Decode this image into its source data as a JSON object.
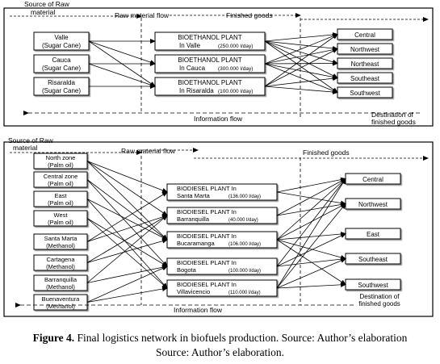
{
  "panel1": {
    "labels": {
      "source": [
        "Source of Raw",
        "material"
      ],
      "raw_flow": "Raw material flow",
      "finished": "Finished goods",
      "info": "Information flow",
      "destination": [
        "Destination of",
        "finished goods"
      ]
    },
    "sources": [
      [
        "Valle",
        "(Sugar Cane)"
      ],
      [
        "Cauca",
        "(Sugar Cane)"
      ],
      [
        "Risaralda",
        "(Sugar Cane)"
      ]
    ],
    "plants": [
      [
        "BIOETHANOL PLANT",
        "In Valle",
        "(250.000 l/day)"
      ],
      [
        "BIOETHANOL PLANT",
        "In Cauca",
        "(300.000 l/day)"
      ],
      [
        "BIOETHANOL PLANT",
        "In Risaralda",
        "(100.000 l/day)"
      ]
    ],
    "destinations": [
      "Central",
      "Northwest",
      "Northeast",
      "Southeast",
      "Southwest"
    ]
  },
  "panel2": {
    "labels": {
      "source": [
        "Source of Raw",
        "material"
      ],
      "raw_flow": "Raw material flow",
      "finished": "Finished goods",
      "info": "Information flow",
      "destination": [
        "Destination of",
        "finished goods"
      ]
    },
    "sources": [
      [
        "North zone",
        "(Palm oil)"
      ],
      [
        "Central zone",
        "(Palm oil)"
      ],
      [
        "East",
        "(Palm oil)"
      ],
      [
        "West",
        "(Palm oil)"
      ],
      [
        "Santa Marta",
        "(Methanol)"
      ],
      [
        "Cartagena",
        "(Methanol)"
      ],
      [
        "Barranquilla",
        "(Methanol)"
      ],
      [
        "Buenaventura",
        "(Methanol)"
      ]
    ],
    "plants": [
      [
        "BIODIESEL PLANT In",
        "Santa Marta",
        "(136.000 l/day)"
      ],
      [
        "BIODIESEL PLANT In",
        "Barranquilla",
        "(40.000 l/day)"
      ],
      [
        "BIODIESEL PLANT In",
        "Bucaramanga",
        "(106.000 l/day)"
      ],
      [
        "BIODIESEL PLANT In",
        "Bogota",
        "(100.000 l/day)"
      ],
      [
        "BIODIESEL PLANT In",
        "Villavicencio",
        "(110.000 l/day)"
      ]
    ],
    "destinations": [
      "Central",
      "Northwest",
      "East",
      "Southeast",
      "Southwest"
    ]
  },
  "caption": {
    "label": "Figure 4.",
    "text": "Final logistics network in biofuels production. Source: Author’s elaboration",
    "line2": "Source: Author’s elaboration."
  }
}
